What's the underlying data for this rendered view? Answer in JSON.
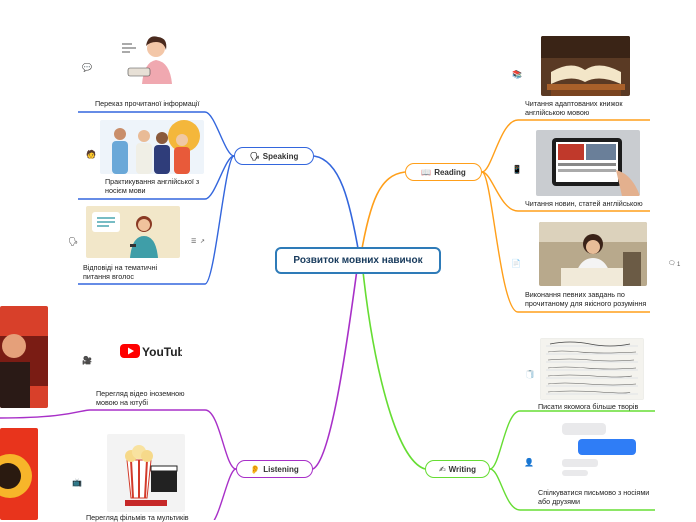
{
  "central": {
    "title": "Розвиток мовних навичок"
  },
  "branches": {
    "speaking": {
      "label": "Speaking",
      "icon": "🗣"
    },
    "reading": {
      "label": "Reading",
      "icon": "📖"
    },
    "listening": {
      "label": "Listening",
      "icon": "👂"
    },
    "writing": {
      "label": "Writing",
      "icon": "✍"
    }
  },
  "speaking_items": [
    {
      "text": "Переказ прочитаної інформації",
      "icon": "💬"
    },
    {
      "text": "Практикування англійської з носієм мови",
      "icon": "🧑"
    },
    {
      "text": "Відповіді на тематичні питання вголос",
      "icon": "🗣"
    }
  ],
  "reading_items": [
    {
      "text": "Читання адаптованих книжок англійською мовою",
      "icon": "📚"
    },
    {
      "text": "Читання новин, статей англійською",
      "icon": "📱"
    },
    {
      "text": "Виконання певних завдань по прочитаному для якісного розуміння",
      "icon": "📄"
    }
  ],
  "listening_items": [
    {
      "text": "Перегляд відео іноземною мовою на ютубі",
      "icon": "🎥",
      "logo": "YouTube"
    },
    {
      "text": "Перегляд фільмів та мультиків",
      "icon": "📺"
    }
  ],
  "writing_items": [
    {
      "text": "Писати якомога більше творів",
      "icon": "🧻"
    },
    {
      "text": "Спілкуватися письмово з носіями або друзями",
      "icon": "👤"
    }
  ],
  "badges": {
    "notes_icon": "☰",
    "link_icon": "↗",
    "comment_count": "1"
  },
  "colors": {
    "speaking": "#3366dd",
    "reading": "#ff9f1a",
    "listening": "#a830c8",
    "writing": "#66dd33",
    "center": "#2e7bb8"
  }
}
